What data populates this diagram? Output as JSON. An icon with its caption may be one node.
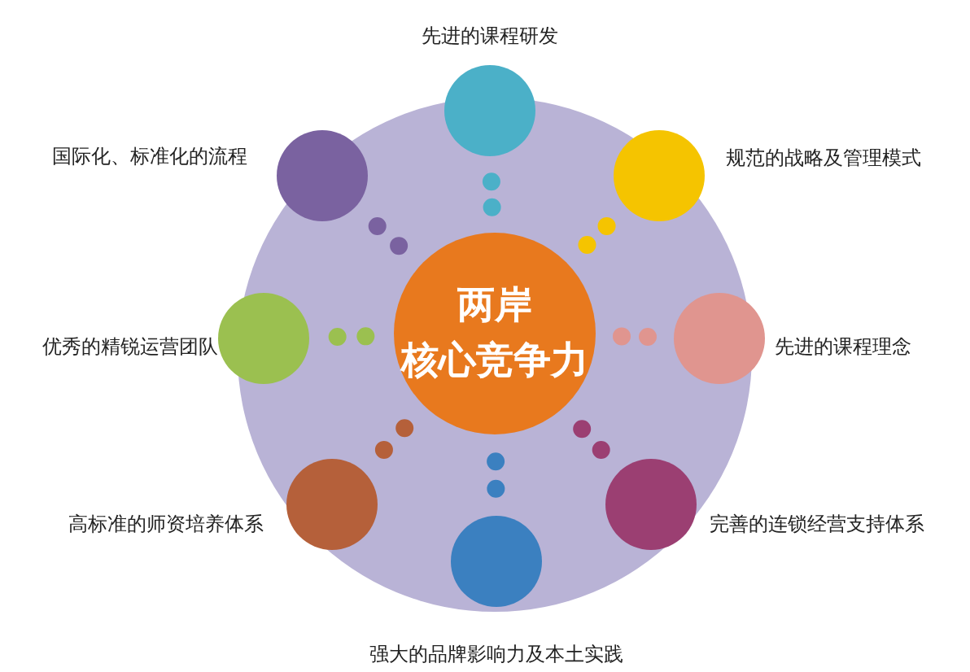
{
  "diagram": {
    "nodes": [
      {
        "text": [],
        "shape": "circle"
      },
      {
        "text": [
          "两岸",
          "核心竞争力"
        ],
        "in": 0
      },
      {
        "text": [],
        "shape": "circle",
        "beside": [
          "先进的课程研发"
        ]
      },
      {
        "text": [],
        "shape": "circle",
        "beside": [
          "规范的战略及管理模式"
        ],
        "in": 0
      },
      {
        "text": [],
        "shape": "circle",
        "beside": [
          "先进的课程理念"
        ]
      },
      {
        "text": [],
        "shape": "circle",
        "beside": [
          "完善的连锁经营支持体系"
        ],
        "in": 0
      },
      {
        "text": [],
        "shape": "circle",
        "beside": [
          "强大的品牌影响力及本土实践"
        ],
        "in": 0
      },
      {
        "text": [],
        "shape": "circle",
        "beside": [
          "高标准的师资培养体系"
        ],
        "in": 0
      },
      {
        "text": [],
        "shape": "circle",
        "beside": [
          "优秀的精锐运营团队"
        ]
      },
      {
        "text": [],
        "shape": "circle",
        "beside": [
          "国际化、标准化的流程"
        ],
        "in": 0
      }
    ],
    "edges": [
      {
        "from": 1,
        "to": 2,
        "arrow": "none",
        "style": "dashed",
        "color": "#4bb0c8"
      },
      {
        "from": 1,
        "to": 3,
        "arrow": "none",
        "style": "dashed",
        "color": "#f5c400"
      },
      {
        "from": 1,
        "to": 4,
        "arrow": "none",
        "style": "dashed",
        "color": "#e0958f"
      },
      {
        "from": 1,
        "to": 5,
        "arrow": "none",
        "style": "dashed",
        "color": "#9b3f72"
      },
      {
        "from": 1,
        "to": 6,
        "arrow": "none",
        "style": "dashed",
        "color": "#3b80c0"
      },
      {
        "from": 1,
        "to": 7,
        "arrow": "none",
        "style": "dashed",
        "color": "#b5603a"
      },
      {
        "from": 1,
        "to": 8,
        "arrow": "none",
        "style": "dashed",
        "color": "#9bc050"
      },
      {
        "from": 1,
        "to": 9,
        "arrow": "none",
        "style": "dashed",
        "color": "#7a62a0"
      }
    ]
  }
}
